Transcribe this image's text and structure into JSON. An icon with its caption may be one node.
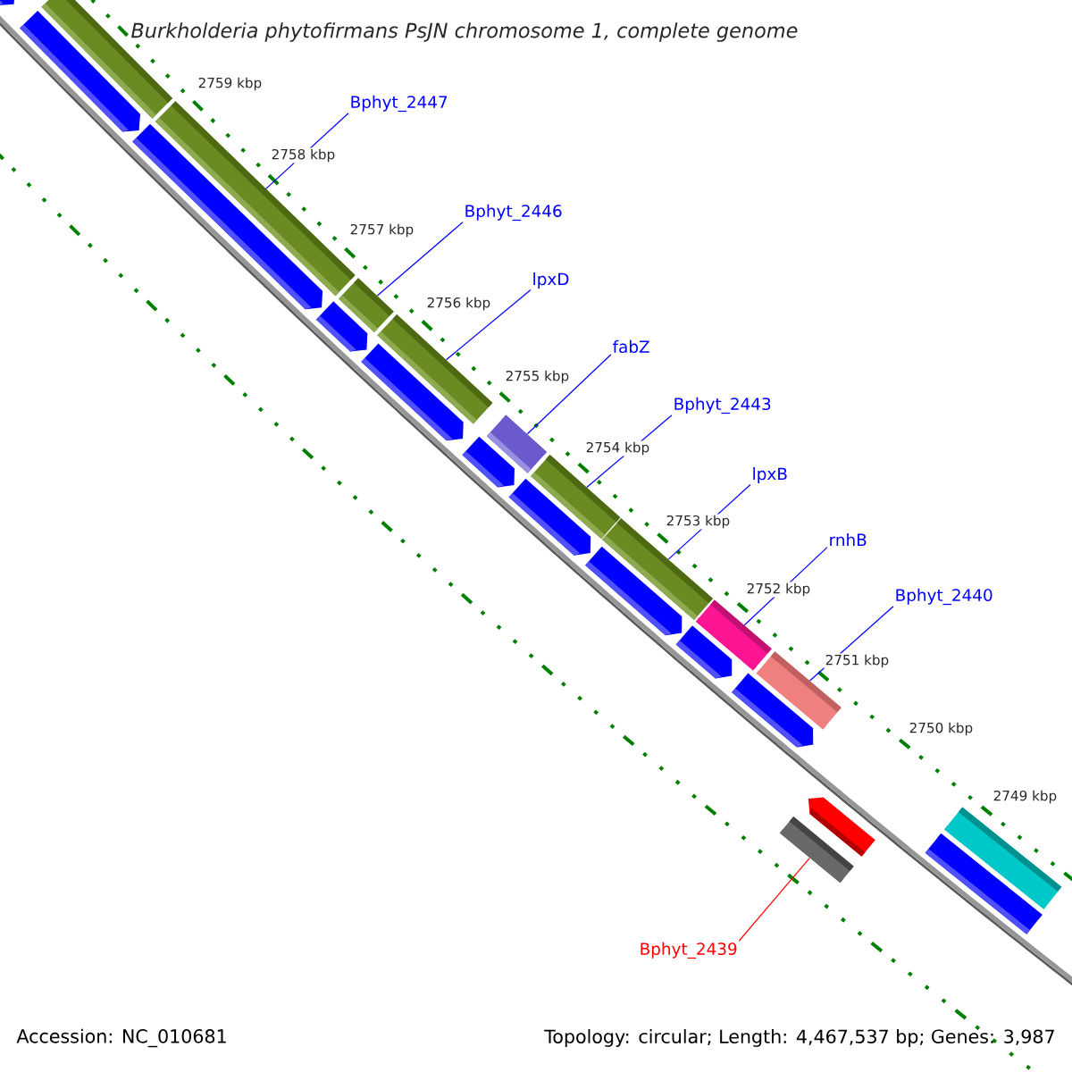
{
  "diagram": {
    "title": "Burkholderia phytofirmans PsJN chromosome 1, complete genome",
    "nodes": [
      {
        "text": [
          "Bphyt_2447"
        ]
      },
      {
        "text": [
          "Bphyt_2446"
        ]
      },
      {
        "text": [
          "lpxD"
        ]
      },
      {
        "text": [
          "fabZ"
        ]
      },
      {
        "text": [
          "Bphyt_2443"
        ]
      },
      {
        "text": [
          "lpxB"
        ]
      },
      {
        "text": [
          "rnhB"
        ]
      },
      {
        "text": [
          "Bphyt_2440"
        ]
      },
      {
        "text": [
          "Bphyt_2439"
        ]
      },
      {
        "text": [],
        "shape": "arrow"
      },
      {
        "text": [],
        "shape": "bar"
      },
      {
        "text": [],
        "shape": "arrow"
      },
      {
        "text": [],
        "shape": "bar"
      },
      {
        "text": [],
        "shape": "arrow"
      },
      {
        "text": [],
        "shape": "bar"
      },
      {
        "text": [],
        "shape": "arrow"
      },
      {
        "text": [],
        "shape": "bar"
      },
      {
        "text": [],
        "shape": "arrow"
      },
      {
        "text": [],
        "shape": "bar"
      },
      {
        "text": [],
        "shape": "arrow"
      },
      {
        "text": [],
        "shape": "bar"
      },
      {
        "text": [],
        "shape": "arrow"
      },
      {
        "text": [],
        "shape": "bar"
      },
      {
        "text": [],
        "shape": "arrow"
      },
      {
        "text": [],
        "shape": "bar"
      },
      {
        "text": [],
        "shape": "arrow"
      },
      {
        "text": [],
        "shape": "bar"
      },
      {
        "text": [],
        "shape": "arrow"
      },
      {
        "text": [],
        "shape": "arrow"
      },
      {
        "text": [],
        "shape": "bar"
      },
      {
        "text": [],
        "shape": "bar"
      },
      {
        "text": [],
        "shape": "bar"
      }
    ],
    "edges": [
      {
        "from": 0,
        "to": 12,
        "arrow": "none"
      },
      {
        "from": 1,
        "to": 14,
        "arrow": "none"
      },
      {
        "from": 2,
        "to": 16,
        "arrow": "none"
      },
      {
        "from": 3,
        "to": 18,
        "arrow": "none"
      },
      {
        "from": 4,
        "to": 20,
        "arrow": "none"
      },
      {
        "from": 5,
        "to": 22,
        "arrow": "none"
      },
      {
        "from": 6,
        "to": 24,
        "arrow": "none"
      },
      {
        "from": 7,
        "to": 26,
        "arrow": "none"
      },
      {
        "from": 8,
        "to": 29,
        "arrow": "none",
        "color": "#ff0000"
      }
    ],
    "labels": [
      "2759 kbp",
      "2758 kbp",
      "2757 kbp",
      "2756 kbp",
      "2755 kbp",
      "2754 kbp",
      "2753 kbp",
      "2752 kbp",
      "2751 kbp",
      "2750 kbp",
      "2749 kbp",
      "Accession: NC_010681",
      "Topology: circular; Length: 4,467,537 bp; Genes: 3,987"
    ]
  }
}
